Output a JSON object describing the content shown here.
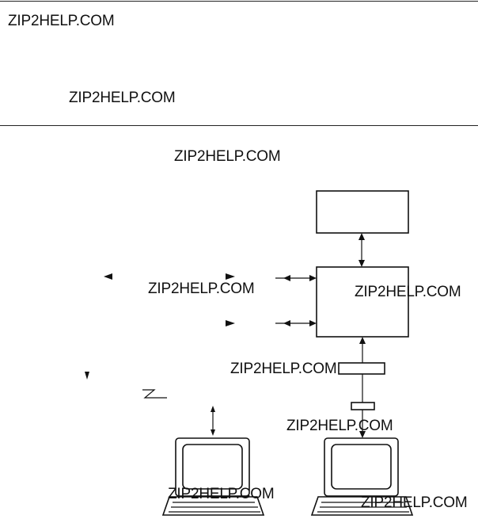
{
  "watermarks": {
    "w1": "ZIP2HELP.COM",
    "w2": "ZIP2HELP.COM",
    "w3": "ZIP2HELP.COM",
    "w4": "ZIP2HELP.COM",
    "w5": "ZIP2HELP.COM",
    "w6": "ZIP2HELP.COM",
    "w7": "ZIP2HELP.COM",
    "w8": "ZIP2HELP.COM",
    "w9": "ZIP2HELP.COM"
  },
  "icons": [
    "arrowhead-icon",
    "computer-terminal-icon"
  ]
}
